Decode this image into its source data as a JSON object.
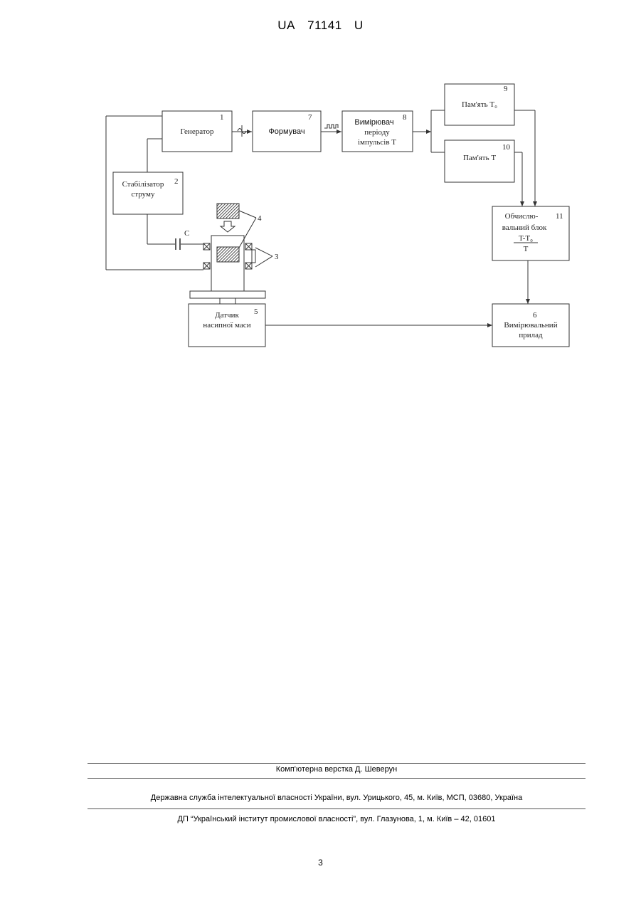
{
  "header": {
    "office": "UA",
    "number": "71141",
    "kind": "U"
  },
  "diagram": {
    "blocks": {
      "generator": {
        "label": "Генератор",
        "num": "1"
      },
      "stabilizer": {
        "line1": "Стабілізатор",
        "line2": "струму",
        "num": "2"
      },
      "coils": {
        "num": "3"
      },
      "core": {
        "num": "4"
      },
      "sensor": {
        "line1": "Датчик",
        "line2": "насипної маси",
        "num": "5"
      },
      "meter": {
        "line1": "Вимірювальний",
        "line2": "прилад",
        "num": "6"
      },
      "shaper": {
        "label": "Формувач",
        "num": "7"
      },
      "period": {
        "line1": "Вимірювач",
        "line2": "періоду",
        "line3": "імпульсів T",
        "num": "8"
      },
      "memory_t0": {
        "label": "Пам'ять T₀",
        "num": "9"
      },
      "memory_t": {
        "label": "Пам'ять T",
        "num": "10"
      },
      "compute": {
        "line1": "Обчислю-",
        "line2": "вальний блок",
        "numerator": "T-T₀",
        "denominator": "T",
        "num": "11"
      }
    },
    "capacitor_label": "C"
  },
  "footer": {
    "layout": "Комп'ютерна верстка Д. Шеверун",
    "agency": "Державна служба інтелектуальної власності України, вул. Урицького, 45, м. Київ, МСП, 03680, Україна",
    "institute": "ДП “Український інститут промислової власності”, вул. Глазунова, 1, м. Київ – 42, 01601"
  },
  "page_number": "3"
}
